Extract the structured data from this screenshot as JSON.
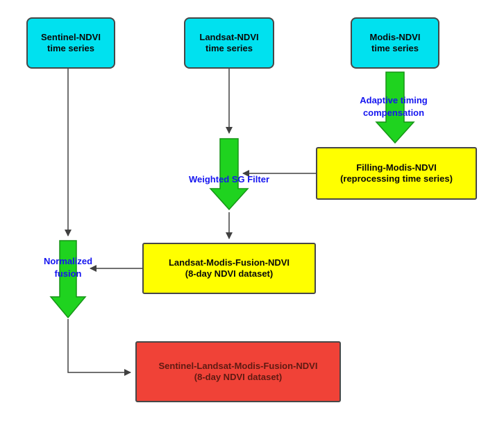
{
  "colors": {
    "cyan": "#00e1ef",
    "yellow": "#ffff00",
    "red": "#f04237",
    "green": "#1fd31f",
    "green-border": "#169416",
    "box-border": "#474747",
    "line": "#404040",
    "label-blue": "#1515f0",
    "red-box-text": "#5f1a12"
  },
  "nodes": {
    "sentinel": {
      "label": "Sentinel-NDVI\ntime series"
    },
    "landsat": {
      "label": "Landsat-NDVI\ntime series"
    },
    "modis": {
      "label": "Modis-NDVI\ntime series"
    },
    "filling": {
      "label": "Filling-Modis-NDVI\n(reprocessing time series)"
    },
    "landsat_fusion": {
      "label": "Landsat-Modis-Fusion-NDVI\n(8-day NDVI dataset)"
    },
    "final_fusion": {
      "label": "Sentinel-Landsat-Modis-Fusion-NDVI\n(8-day NDVI dataset)"
    }
  },
  "edge_labels": {
    "adaptive": "Adaptive timing\ncompensation",
    "weighted_sg": "Weighted SG Filter",
    "normalized": "Normalized\nfusion"
  },
  "edges": [
    {
      "from": "Modis-NDVI time series",
      "to": "Filling-Modis-NDVI",
      "label": "Adaptive timing compensation"
    },
    {
      "from": "Filling-Modis-NDVI",
      "to": "Weighted SG Filter step",
      "label": ""
    },
    {
      "from": "Landsat-NDVI time series",
      "to": "Landsat-Modis-Fusion-NDVI",
      "label": "Weighted SG Filter"
    },
    {
      "from": "Landsat-Modis-Fusion-NDVI",
      "to": "Normalized fusion step",
      "label": ""
    },
    {
      "from": "Sentinel-NDVI time series",
      "to": "Sentinel-Landsat-Modis-Fusion-NDVI",
      "label": "Normalized fusion"
    }
  ]
}
